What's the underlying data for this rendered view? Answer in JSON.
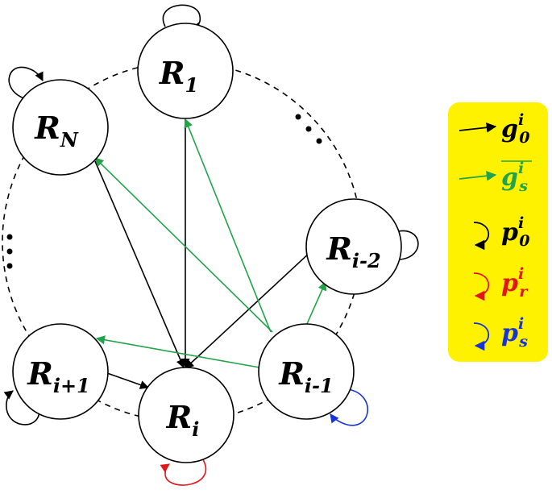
{
  "colors": {
    "black": "#000000",
    "green": "#22a34a",
    "red": "#e0161b",
    "blue": "#1733d8",
    "legend_bg": "#fff200"
  },
  "nodes": {
    "r1": {
      "base": "R",
      "sub": "1"
    },
    "rn": {
      "base": "R",
      "sub": "N"
    },
    "ri2": {
      "base": "R",
      "sub": "i-2"
    },
    "ri1p": {
      "base": "R",
      "sub": "i+1"
    },
    "ri": {
      "base": "R",
      "sub": "i"
    },
    "ri1m": {
      "base": "R",
      "sub": "i-1"
    }
  },
  "legend": {
    "items": [
      {
        "base": "g",
        "sup": "i",
        "sub": "0",
        "overline": false,
        "color": "#000000",
        "icon": "arrow-icon"
      },
      {
        "base": "g",
        "sup": "i",
        "sub": "s",
        "overline": true,
        "color": "#22a34a",
        "icon": "arrow-icon"
      },
      {
        "base": "p",
        "sup": "i",
        "sub": "0",
        "overline": false,
        "color": "#000000",
        "icon": "self-loop-icon"
      },
      {
        "base": "p",
        "sup": "i",
        "sub": "r",
        "overline": false,
        "color": "#e0161b",
        "icon": "self-loop-icon"
      },
      {
        "base": "p",
        "sup": "i",
        "sub": "s",
        "overline": false,
        "color": "#1733d8",
        "icon": "self-loop-icon"
      }
    ]
  }
}
